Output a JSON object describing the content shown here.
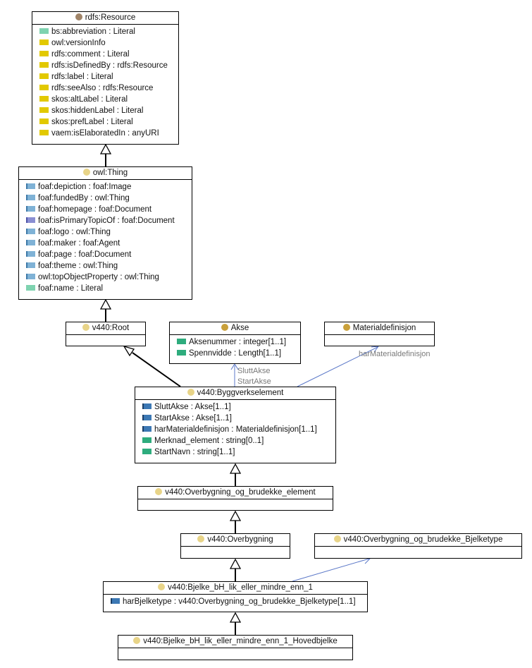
{
  "colors": {
    "resource_dot": "#a08468",
    "class_dot": "#e8d488",
    "instance_dot": "#c9a03a",
    "link_line": "#5b78c8"
  },
  "classes": {
    "rdfs_resource": {
      "title": "rdfs:Resource",
      "attrs": [
        {
          "icon": "datatype-property-icon",
          "label": "bs:abbreviation : Literal"
        },
        {
          "icon": "annotation-property-icon",
          "label": "owl:versionInfo"
        },
        {
          "icon": "annotation-property-icon",
          "label": "rdfs:comment : Literal"
        },
        {
          "icon": "annotation-property-icon",
          "label": "rdfs:isDefinedBy : rdfs:Resource"
        },
        {
          "icon": "annotation-property-icon",
          "label": "rdfs:label : Literal"
        },
        {
          "icon": "annotation-property-icon",
          "label": "rdfs:seeAlso : rdfs:Resource"
        },
        {
          "icon": "annotation-property-icon",
          "label": "skos:altLabel : Literal"
        },
        {
          "icon": "annotation-property-icon",
          "label": "skos:hiddenLabel : Literal"
        },
        {
          "icon": "annotation-property-icon",
          "label": "skos:prefLabel : Literal"
        },
        {
          "icon": "annotation-property-icon",
          "label": "vaem:isElaboratedIn : anyURI"
        }
      ]
    },
    "owl_thing": {
      "title": "owl:Thing",
      "attrs": [
        {
          "icon": "object-property-icon",
          "label": "foaf:depiction : foaf:Image"
        },
        {
          "icon": "object-property-icon",
          "label": "foaf:fundedBy : owl:Thing"
        },
        {
          "icon": "object-property-icon",
          "label": "foaf:homepage : foaf:Document"
        },
        {
          "icon": "inverse-property-icon",
          "label": "foaf:isPrimaryTopicOf : foaf:Document"
        },
        {
          "icon": "object-property-icon",
          "label": "foaf:logo : owl:Thing"
        },
        {
          "icon": "object-property-icon",
          "label": "foaf:maker : foaf:Agent"
        },
        {
          "icon": "object-property-icon",
          "label": "foaf:page : foaf:Document"
        },
        {
          "icon": "object-property-icon",
          "label": "foaf:theme : owl:Thing"
        },
        {
          "icon": "object-property-icon",
          "label": "owl:topObjectProperty : owl:Thing"
        },
        {
          "icon": "datatype-property-icon",
          "label": "foaf:name : Literal"
        }
      ]
    },
    "v440_root": {
      "title": "v440:Root",
      "attrs": []
    },
    "akse": {
      "title": "Akse",
      "attrs": [
        {
          "icon": "datatype-property-icon",
          "label": "Aksenummer : integer[1..1]"
        },
        {
          "icon": "datatype-property-icon",
          "label": "Spennvidde : Length[1..1]"
        }
      ]
    },
    "materialdefinisjon": {
      "title": "Materialdefinisjon",
      "attrs": []
    },
    "byggverkselement": {
      "title": "v440:Byggverkselement",
      "attrs": [
        {
          "icon": "relation-icon",
          "label": "SluttAkse : Akse[1..1]"
        },
        {
          "icon": "relation-icon",
          "label": "StartAkse : Akse[1..1]"
        },
        {
          "icon": "relation-icon",
          "label": "harMaterialdefinisjon : Materialdefinisjon[1..1]"
        },
        {
          "icon": "datatype-property-icon",
          "label": "Merknad_element : string[0..1]"
        },
        {
          "icon": "datatype-property-icon",
          "label": "StartNavn : string[1..1]"
        }
      ]
    },
    "ob_element": {
      "title": "v440:Overbygning_og_brudekke_element",
      "attrs": []
    },
    "overbygning": {
      "title": "v440:Overbygning",
      "attrs": []
    },
    "bjelketype": {
      "title": "v440:Overbygning_og_brudekke_Bjelketype",
      "attrs": []
    },
    "bjelke": {
      "title": "v440:Bjelke_bH_lik_eller_mindre_enn_1",
      "attrs": [
        {
          "icon": "relation-icon",
          "label": "harBjelketype : v440:Overbygning_og_brudekke_Bjelketype[1..1]"
        }
      ]
    },
    "hovedbjelke": {
      "title": "v440:Bjelke_bH_lik_eller_mindre_enn_1_Hovedbjelke",
      "attrs": []
    }
  },
  "edge_labels": {
    "slutt_akse": "SluttAkse",
    "start_akse": "StartAkse",
    "har_materialdefinisjon": "harMaterialdefinisjon"
  }
}
